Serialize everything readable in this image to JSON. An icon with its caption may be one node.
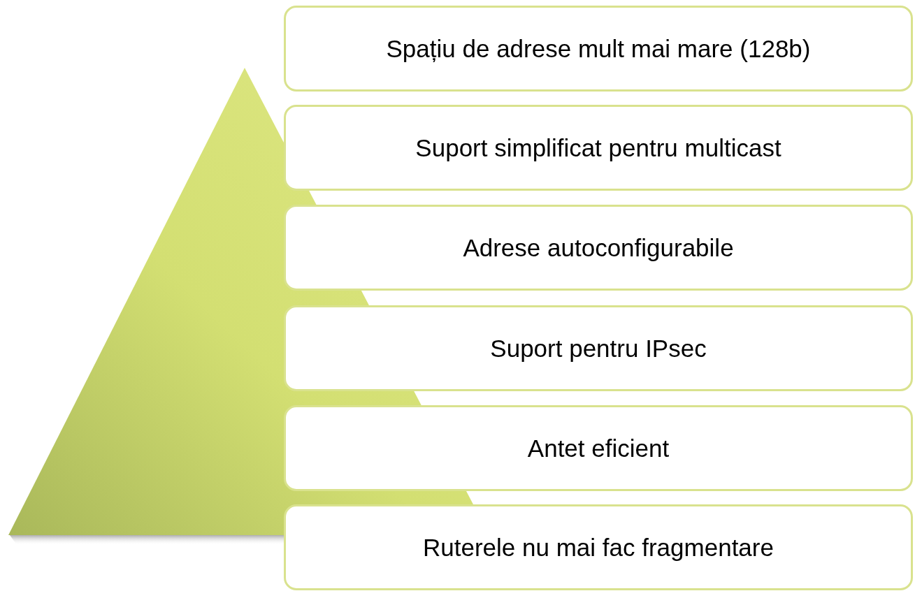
{
  "diagram": {
    "nodes": [
      {
        "text": [
          "Spațiu de adrese mult mai mare (128b)"
        ]
      },
      {
        "text": [
          "Suport simplificat pentru multicast"
        ]
      },
      {
        "text": [
          "Adrese autoconfigurabile"
        ]
      },
      {
        "text": [
          "Suport pentru IPsec"
        ]
      },
      {
        "text": [
          "Antet eficient"
        ]
      },
      {
        "text": [
          "Ruterele nu mai fac fragmentare"
        ]
      }
    ]
  }
}
